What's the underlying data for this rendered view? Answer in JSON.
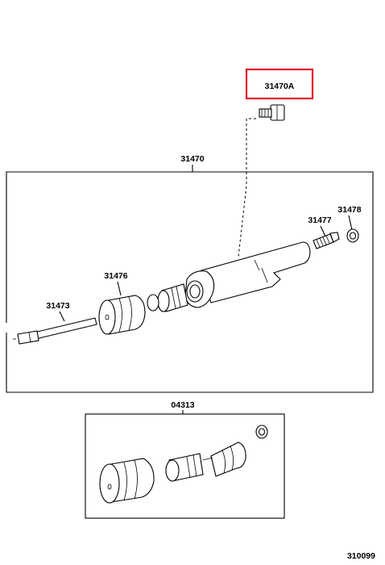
{
  "labels": {
    "highlight": "31470A",
    "assembly": "31470",
    "bleeder_plug": "31478",
    "bleeder_plug_lower": "31477",
    "piston": "31476",
    "push_rod": "31473",
    "kit": "04313",
    "figure_id": "310099"
  },
  "colors": {
    "highlight_box": "#e8102a",
    "ink": "#000000",
    "background": "#ffffff"
  }
}
